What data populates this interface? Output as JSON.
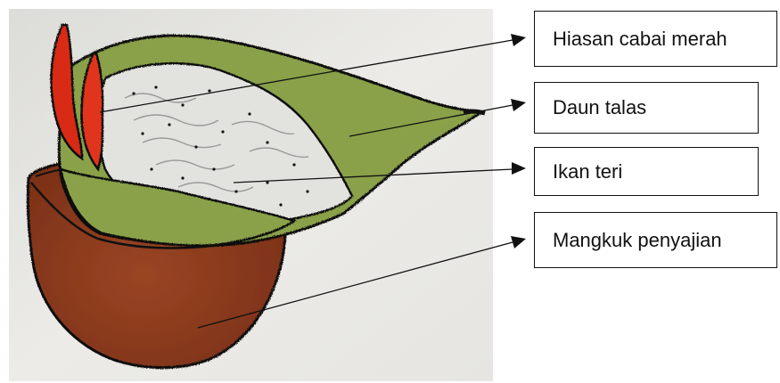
{
  "labels": {
    "chili": "Hiasan cabai merah",
    "leaf": "Daun talas",
    "fish": "Ikan teri",
    "bowl": "Mangkuk penyajian"
  },
  "colors": {
    "paper": "#e9e8e4",
    "leaf_green": "#8aa148",
    "rice_white": "#e2e3df",
    "chili_red": "#d92b12",
    "bowl_brown": "#8c3a1c",
    "ink": "#111111"
  }
}
